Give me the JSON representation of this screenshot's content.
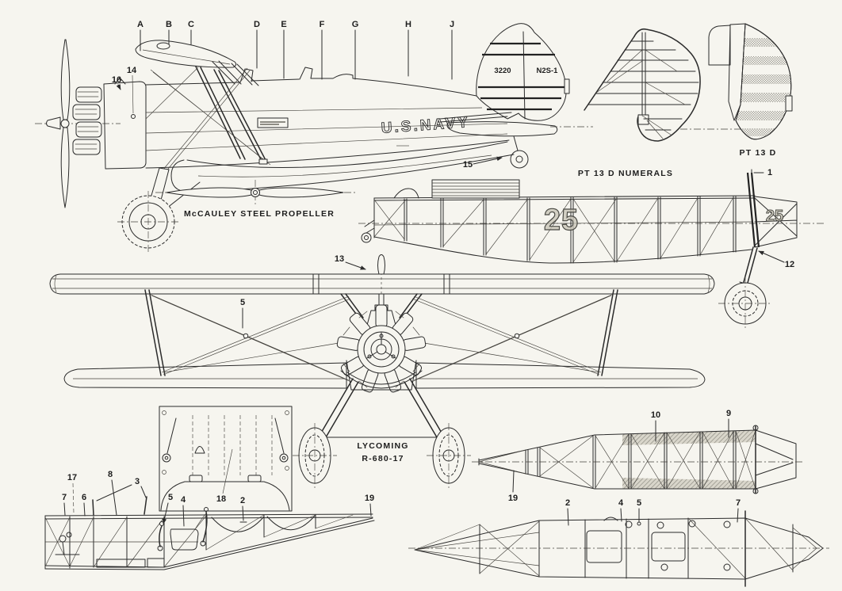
{
  "stations": [
    "A",
    "B",
    "C",
    "D",
    "E",
    "F",
    "G",
    "H",
    "J"
  ],
  "callouts": {
    "n1": "1",
    "n2": "2",
    "n3": "3",
    "n4": "4",
    "n5": "5",
    "n6": "6",
    "n7": "7",
    "n8": "8",
    "n9": "9",
    "n10": "10",
    "n12": "12",
    "n13": "13",
    "n14": "14",
    "n15": "15",
    "n16": "16",
    "n17": "17",
    "n18": "18",
    "n19": "19"
  },
  "side_view": {
    "tail_serial": "3220",
    "tail_model": "N2S-1",
    "fuselage_marking": "U.S.NAVY"
  },
  "frame_side_view": {
    "numeral": "25"
  },
  "labels": {
    "propeller": "McCAULEY  STEEL  PROPELLER",
    "numerals": "PT 13 D  NUMERALS",
    "fin": "PT 13 D",
    "engine_line1": "LYCOMING",
    "engine_line2": "R-680-17"
  },
  "colors": {
    "paper": "#f6f5ef",
    "ink": "#2b2b2b",
    "shade": "#8f8d84"
  }
}
